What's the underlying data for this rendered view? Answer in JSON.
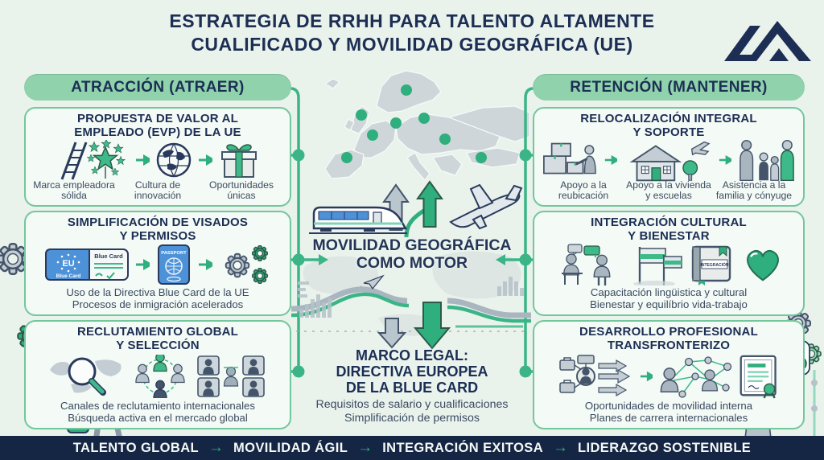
{
  "header": {
    "title_line1": "ESTRATEGIA DE RRHH PARA TALENTO ALTAMENTE",
    "title_line2": "CUALIFICADO Y MOVILIDAD GEOGRÁFICA (UE)"
  },
  "attraction": {
    "header": "ATRACCIÓN (ATRAER)",
    "evp": {
      "t1": "PROPUESTA DE VALOR AL",
      "t2": "EMPLEADO (EVP) DE LA UE",
      "captions": [
        "Marca empleadora sólida",
        "Cultura de innovación",
        "Oportunidades únicas"
      ]
    },
    "visas": {
      "t1": "SIMPLIFICACIÓN DE VISADOS",
      "t2": "Y PERMISOS",
      "lines": [
        "Uso de la Directiva Blue Card de la UE",
        "Procesos de inmigración acelerados"
      ]
    },
    "recruiting": {
      "t1": "RECLUTAMIENTO GLOBAL",
      "t2": "Y SELECCIÓN",
      "lines": [
        "Canales de reclutamiento internacionales",
        "Búsqueda activa en el mercado global"
      ]
    }
  },
  "retention": {
    "header": "RETENCIÓN (MANTENER)",
    "relocation": {
      "t1": "RELOCALIZACIÓN INTEGRAL",
      "t2": "Y SOPORTE",
      "captions": [
        "Apoyo a la reubicación",
        "Apoyo a la vivienda y escuelas",
        "Asistencia a la familia y cónyuge"
      ]
    },
    "integration": {
      "t1": "INTEGRACIÓN CULTURAL",
      "t2": "Y BIENESTAR",
      "lines": [
        "Capacitación lingüistica y cultural",
        "Bienestar y equilíbrio vida-trabajo"
      ]
    },
    "development": {
      "t1": "DESARROLLO PROFESIONAL",
      "t2": "TRANSFRONTERIZO",
      "lines": [
        "Oportunidades de movilidad interna",
        "Planes de carrera internacionales"
      ]
    }
  },
  "center": {
    "motor_line1": "MOVILIDAD GEOGRÁFICA",
    "motor_line2": "COMO MOTOR",
    "legal_line1": "MARCO LEGAL:",
    "legal_line2": "DIRECTIVA EUROPEA",
    "legal_line3": "DE LA BLUE CARD",
    "legal_sub1": "Requisitos de salario y cualificaciones",
    "legal_sub2": "Simplificación de permisos"
  },
  "icon_labels": {
    "blue_card_eu": "EU",
    "blue_card": "Blue Card",
    "passport": "PASSPORT",
    "integration_book": "INTEGRACIÓN"
  },
  "footer": {
    "items": [
      "TALENTO GLOBAL",
      "MOVILIDAD ÁGIL",
      "INTEGRACIÓN EXITOSA",
      "LIDERAZGO SOSTENIBLE"
    ],
    "separator": "→"
  },
  "colors": {
    "navy": "#1c2e54",
    "green": "#2fae7e",
    "green_light": "#8fd2ac",
    "box_border": "#72c79c",
    "footer_bg": "#152544",
    "blue": "#4d92d8"
  }
}
